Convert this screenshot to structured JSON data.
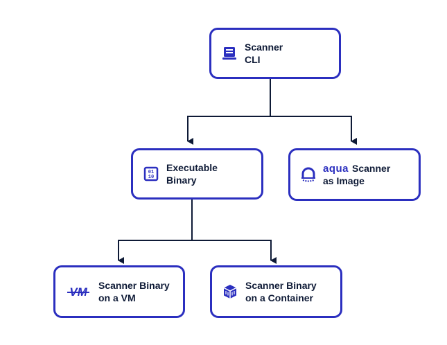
{
  "diagram": {
    "accent_color": "#2b2fbf",
    "text_color": "#0e1a36",
    "line_color": "#0e1a36",
    "nodes": {
      "cli": {
        "label": "Scanner\nCLI",
        "icon": "laptop-icon"
      },
      "binary": {
        "label": "Executable\nBinary",
        "icon": "binary-file-icon"
      },
      "image": {
        "brand": "aqua",
        "label_line1": "Scanner",
        "label_line2": "as Image",
        "icon": "aqua-logo-icon"
      },
      "vm": {
        "label": "Scanner Binary\non a VM",
        "icon": "vm-icon",
        "icon_text": "VM"
      },
      "container": {
        "label": "Scanner Binary\non a Container",
        "icon": "container-box-icon"
      }
    },
    "edges": [
      {
        "from": "cli",
        "to": "binary"
      },
      {
        "from": "cli",
        "to": "image"
      },
      {
        "from": "binary",
        "to": "vm"
      },
      {
        "from": "binary",
        "to": "container"
      }
    ]
  }
}
